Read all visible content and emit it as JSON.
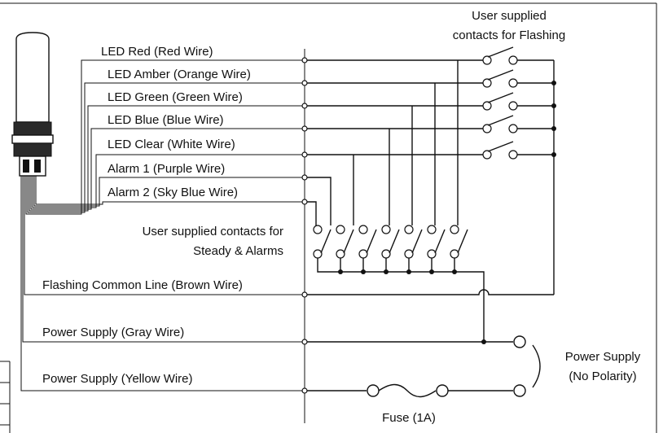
{
  "wires": [
    {
      "label": "LED Red (Red Wire)"
    },
    {
      "label": "LED Amber (Orange Wire)"
    },
    {
      "label": "LED Green (Green Wire)"
    },
    {
      "label": "LED Blue (Blue Wire)"
    },
    {
      "label": "LED Clear (White Wire)"
    },
    {
      "label": "Alarm 1 (Purple Wire)"
    },
    {
      "label": "Alarm 2 (Sky Blue Wire)"
    }
  ],
  "flashing": {
    "line1": "User supplied",
    "line2": "contacts for Flashing"
  },
  "steady": {
    "line1": "User supplied contacts for",
    "line2": "Steady & Alarms"
  },
  "common_line": "Flashing Common Line (Brown Wire)",
  "power_gray": "Power Supply (Gray Wire)",
  "power_yellow": "Power Supply (Yellow Wire)",
  "power_supply": {
    "line1": "Power Supply",
    "line2": "(No Polarity)"
  },
  "fuse": "Fuse (1A)"
}
